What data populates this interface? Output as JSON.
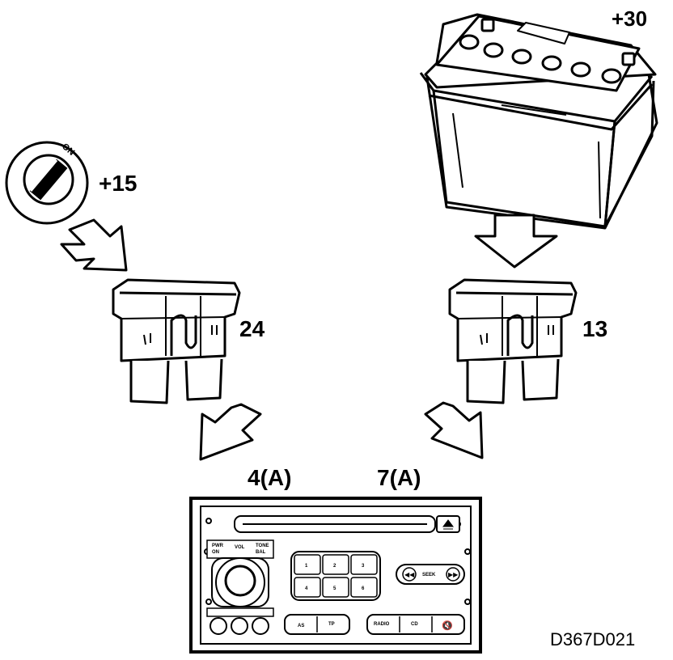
{
  "labels": {
    "battery": "+30",
    "ignition": "+15",
    "fuse_left": "24",
    "fuse_right": "13",
    "pin_left": "4(A)",
    "pin_right": "7(A)",
    "drawing_code": "D367D021"
  },
  "ignition_switch": {
    "marking": "ON"
  },
  "radio": {
    "top_left_small": [
      "PWR",
      "ON"
    ],
    "vol": "VOL",
    "top_right_small": [
      "TONE",
      "BAL"
    ],
    "presets": [
      "1",
      "2",
      "3",
      "4",
      "5",
      "6"
    ],
    "seek": "SEEK",
    "as": "AS",
    "tp": "TP",
    "radio_btn": "RADIO",
    "cd": "CD"
  }
}
